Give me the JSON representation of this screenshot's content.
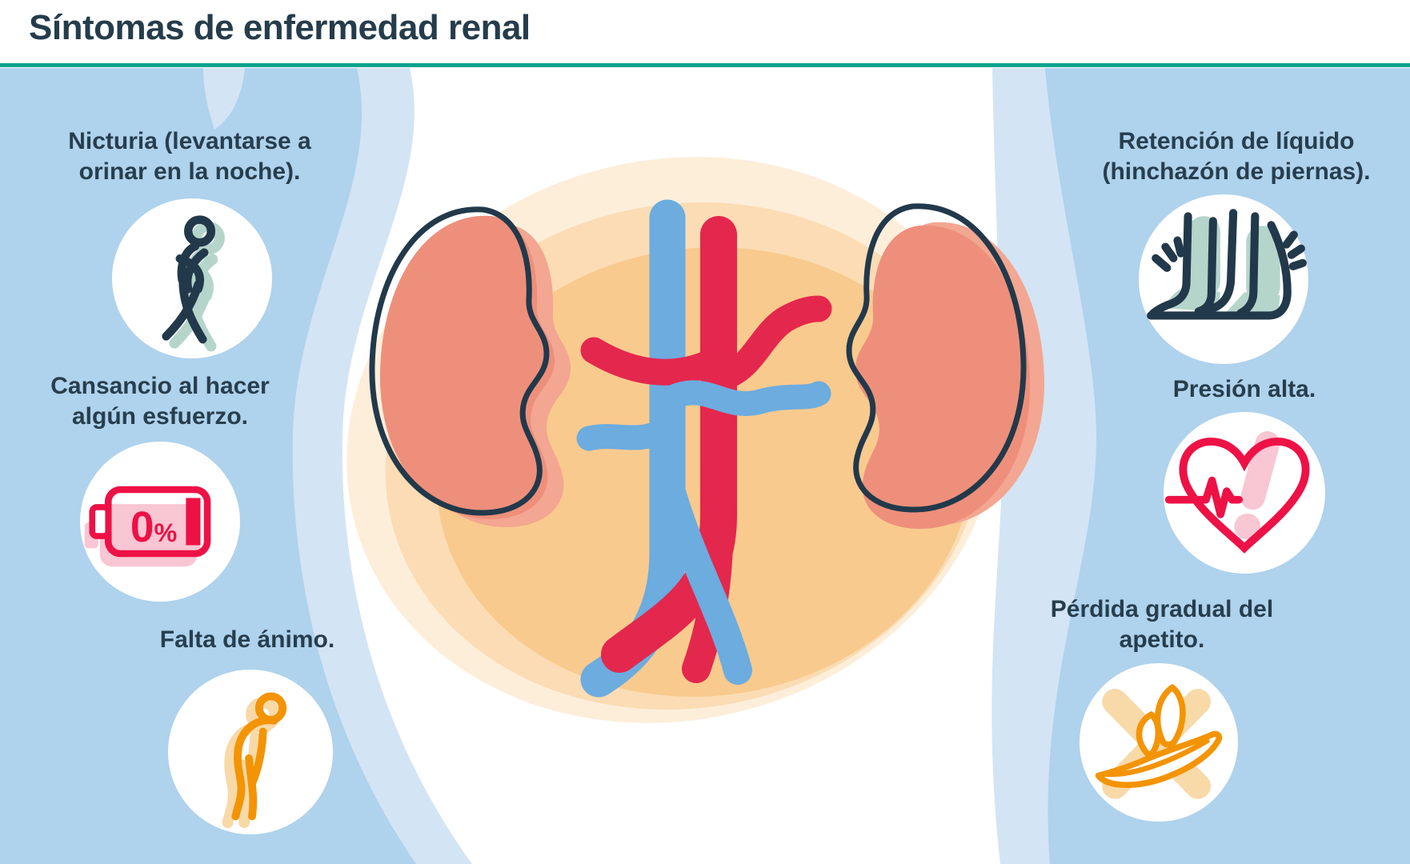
{
  "header": {
    "title": "Síntomas de enfermedad renal",
    "underline_color": "#0BA38E",
    "title_color": "#253C4B"
  },
  "palette": {
    "background_blue": "#AFD2ED",
    "band_blue": "#D3E4F4",
    "white": "#FFFFFF",
    "text_navy": "#273E4E",
    "outline_navy": "#22394B",
    "kidney_salmon": "#EE8F7B",
    "kidney_salmon_light": "#F3A691",
    "blob_orange_light": "#FDEEDA",
    "blob_orange_mid": "#FBDCB4",
    "blob_orange_deep": "#F9CA8E",
    "vein_blue": "#6CACDF",
    "artery_red": "#E4274D",
    "icon_red": "#EE1146",
    "icon_pink": "#F9C6D3",
    "icon_teal": "#B5D5CB",
    "icon_orange": "#F39404",
    "icon_orange_light": "#F8D9A8"
  },
  "center_illustration": {
    "label": "kidneys-and-blood-vessels"
  },
  "symptoms": {
    "left": [
      {
        "icon": "person-urgency-icon",
        "lines": [
          "Nicturia (levantarse a",
          "orinar en la noche)."
        ]
      },
      {
        "icon": "empty-battery-icon",
        "lines": [
          "Cansancio al hacer",
          "algún esfuerzo."
        ],
        "battery": {
          "value": "0",
          "unit": "%"
        }
      },
      {
        "icon": "slumped-person-icon",
        "lines": [
          "Falta de ánimo."
        ]
      }
    ],
    "right": [
      {
        "icon": "swollen-legs-icon",
        "lines": [
          "Retención de líquido",
          "(hinchazón de piernas)."
        ]
      },
      {
        "icon": "heart-alert-icon",
        "lines": [
          "Presión alta."
        ]
      },
      {
        "icon": "crossed-banana-icon",
        "lines": [
          "Pérdida gradual del",
          "apetito."
        ]
      }
    ]
  }
}
